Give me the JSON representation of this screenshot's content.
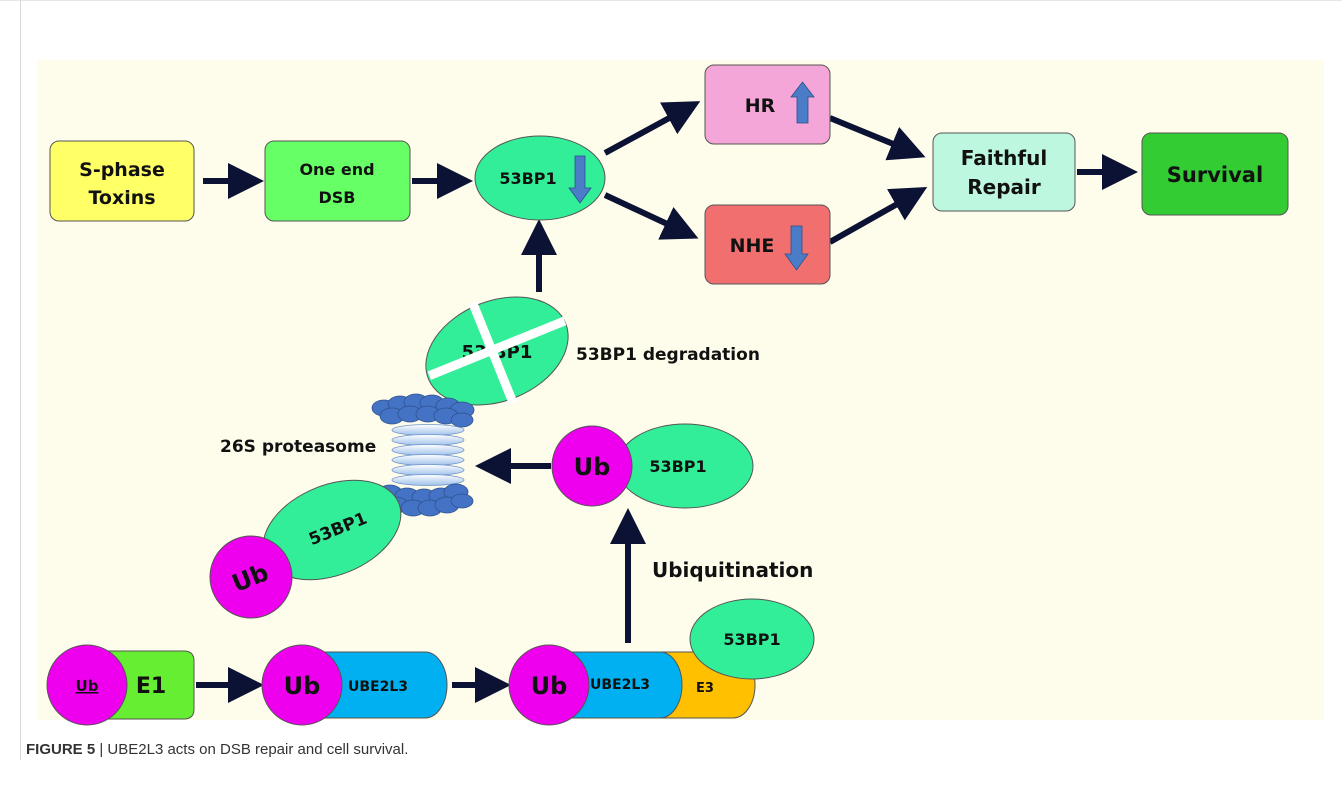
{
  "figure": {
    "caption_label": "FIGURE 5",
    "caption_sep": " | ",
    "caption_text": "UBE2L3 acts on DSB repair and cell survival."
  },
  "nodes": {
    "sphase_line1": "S-phase",
    "sphase_line2": "Toxins",
    "oneend_line1": "One end",
    "oneend_line2": "DSB",
    "p53bp1_top": "53BP1",
    "hr": "HR",
    "nhe": "NHE",
    "faithful_line1": "Faithful",
    "faithful_line2": "Repair",
    "survival": "Survival",
    "degraded_text": "53 BP1",
    "degradation_label": "53BP1 degradation",
    "proteasome_label": "26S proteasome",
    "ub_left": "Ub",
    "p53bp1_left": "53BP1",
    "ub_right": "Ub",
    "p53bp1_right": "53BP1",
    "ubiquitination_label": "Ubiquitination",
    "ub_e1": "Ub",
    "e1": "E1",
    "ub_ube2l3": "Ub",
    "ube2l3_a": "UBE2L3",
    "ub_complex": "Ub",
    "ube2l3_b": "UBE2L3",
    "e3": "E3",
    "p53bp1_complex": "53BP1"
  },
  "colors": {
    "panel_bg": "#fefdec",
    "sphase": "#ffff66",
    "oneend": "#66ff66",
    "p53bp1": "#33ee99",
    "hr": "#f5a6d8",
    "nhe": "#f26f6f",
    "faithful": "#bdf7e0",
    "survival": "#33cc33",
    "ub": "#ee00ee",
    "e1": "#66ee33",
    "ube2l3": "#00b0f0",
    "e3": "#ffc000",
    "proteasome": "#4472c4",
    "arrow": "#0b1233",
    "updown_arrow": "#4a7cc8"
  }
}
